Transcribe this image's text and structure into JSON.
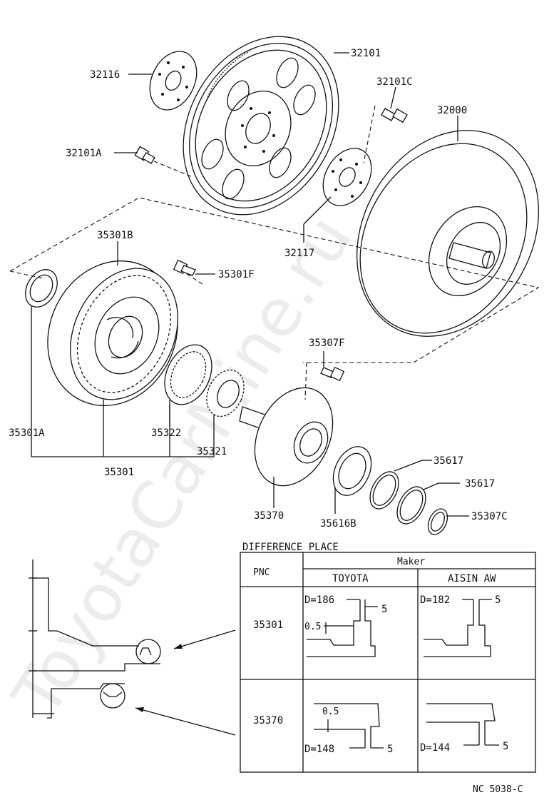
{
  "parts": {
    "p32101": "32101",
    "p32116": "32116",
    "p32101C": "32101C",
    "p32000": "32000",
    "p32101A": "32101A",
    "p32117": "32117",
    "p35301B": "35301B",
    "p35301F": "35301F",
    "p35307F": "35307F",
    "p35301A": "35301A",
    "p35322": "35322",
    "p35321": "35321",
    "p35301": "35301",
    "p35617a": "35617",
    "p35617b": "35617",
    "p35370": "35370",
    "p35616B": "35616B",
    "p35307C": "35307C"
  },
  "table": {
    "title": "DIFFERENCE PLACE",
    "maker_header": "Maker",
    "pnc_header": "PNC",
    "col_toyota": "TOYOTA",
    "col_aisin": "AISIN AW",
    "rows": [
      {
        "pnc": "35301",
        "toyota_d": "D=186",
        "toyota_dim": "5",
        "toyota_offset": "0.5",
        "aisin_d": "D=182",
        "aisin_dim": "5"
      },
      {
        "pnc": "35370",
        "toyota_d": "D=148",
        "toyota_dim": "5",
        "toyota_offset": "0.5",
        "aisin_d": "D=144",
        "aisin_dim": "5"
      }
    ]
  },
  "footer_code": "NC 5038-C",
  "watermark": "ToyotaCarMine.ru"
}
